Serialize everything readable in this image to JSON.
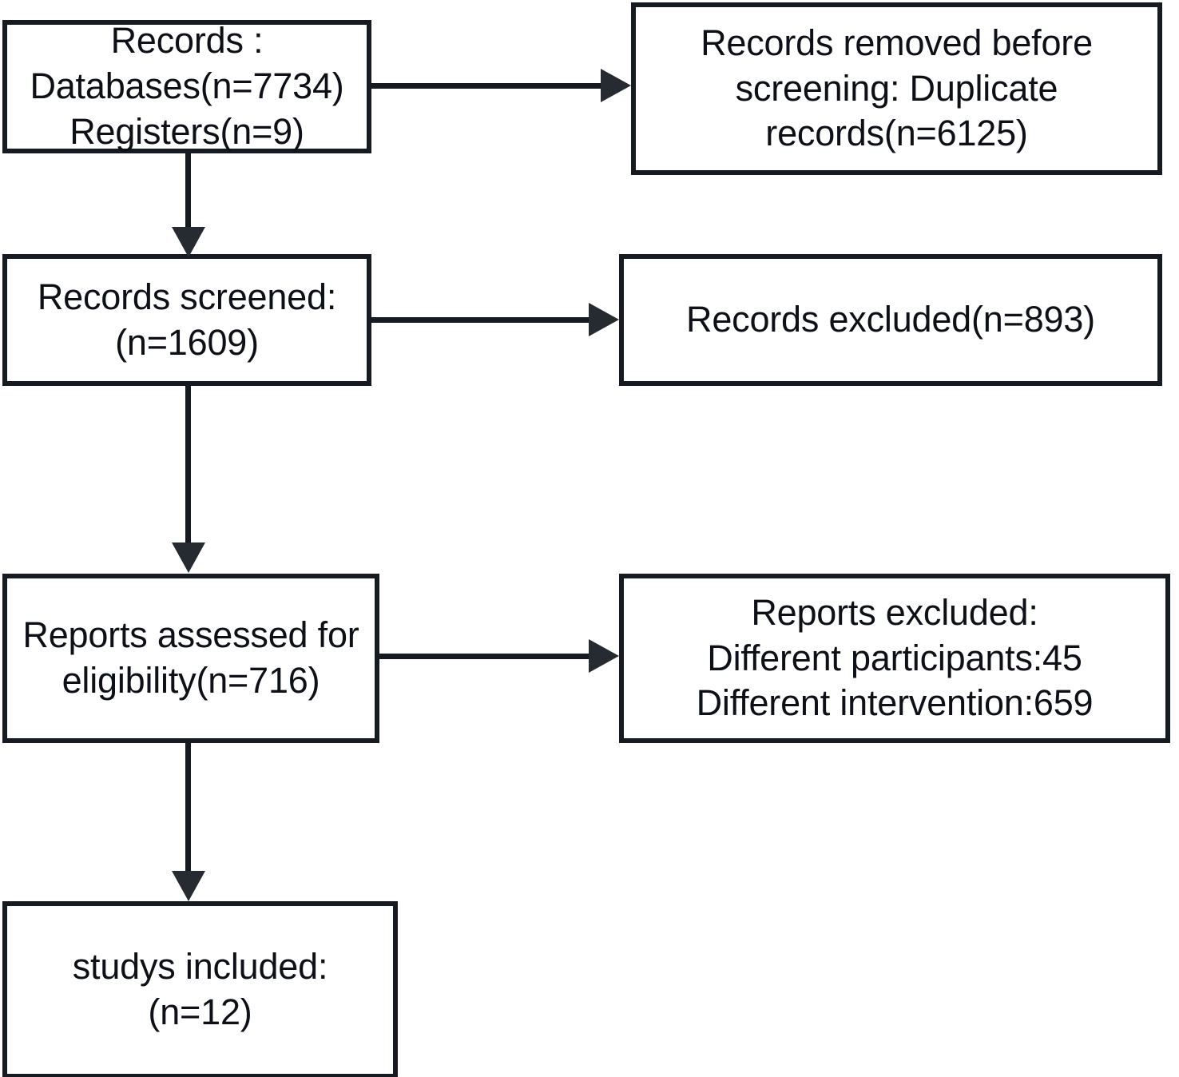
{
  "diagram": {
    "type": "prisma-flow-diagram",
    "title": "PRISMA study selection flow diagram",
    "colors": {
      "box_border": "#161b22",
      "box_fill": "#ffffff",
      "connector": "#161b22",
      "arrowhead": "#262b31",
      "text": "#0d1117",
      "background": "#ffffff"
    },
    "nodes": [
      {
        "id": "records",
        "label": "Records :\nDatabases(n=7734)\nRegisters(n=9)",
        "counts": {
          "databases": 7734,
          "registers": 9
        }
      },
      {
        "id": "removed",
        "label": "Records removed before\nscreening: Duplicate\nrecords(n=6125)",
        "counts": {
          "duplicate_records": 6125
        }
      },
      {
        "id": "screened",
        "label": "Records screened:\n(n=1609)",
        "counts": {
          "screened": 1609
        }
      },
      {
        "id": "excluded_records",
        "label": "Records excluded(n=893)",
        "counts": {
          "excluded": 893
        }
      },
      {
        "id": "assessed",
        "label": "Reports assessed for\neligibility(n=716)",
        "counts": {
          "assessed": 716
        }
      },
      {
        "id": "excluded_reports",
        "label": "Reports excluded:\nDifferent participants:45\nDifferent intervention:659",
        "counts": {
          "different_participants": 45,
          "different_intervention": 659
        }
      },
      {
        "id": "included",
        "label": "studys included:\n(n=12)",
        "counts": {
          "included": 12
        }
      }
    ],
    "edges": [
      {
        "from": "records",
        "to": "removed",
        "direction": "right"
      },
      {
        "from": "records",
        "to": "screened",
        "direction": "down"
      },
      {
        "from": "screened",
        "to": "excluded_records",
        "direction": "right"
      },
      {
        "from": "screened",
        "to": "assessed",
        "direction": "down"
      },
      {
        "from": "assessed",
        "to": "excluded_reports",
        "direction": "right"
      },
      {
        "from": "assessed",
        "to": "included",
        "direction": "down"
      }
    ]
  }
}
